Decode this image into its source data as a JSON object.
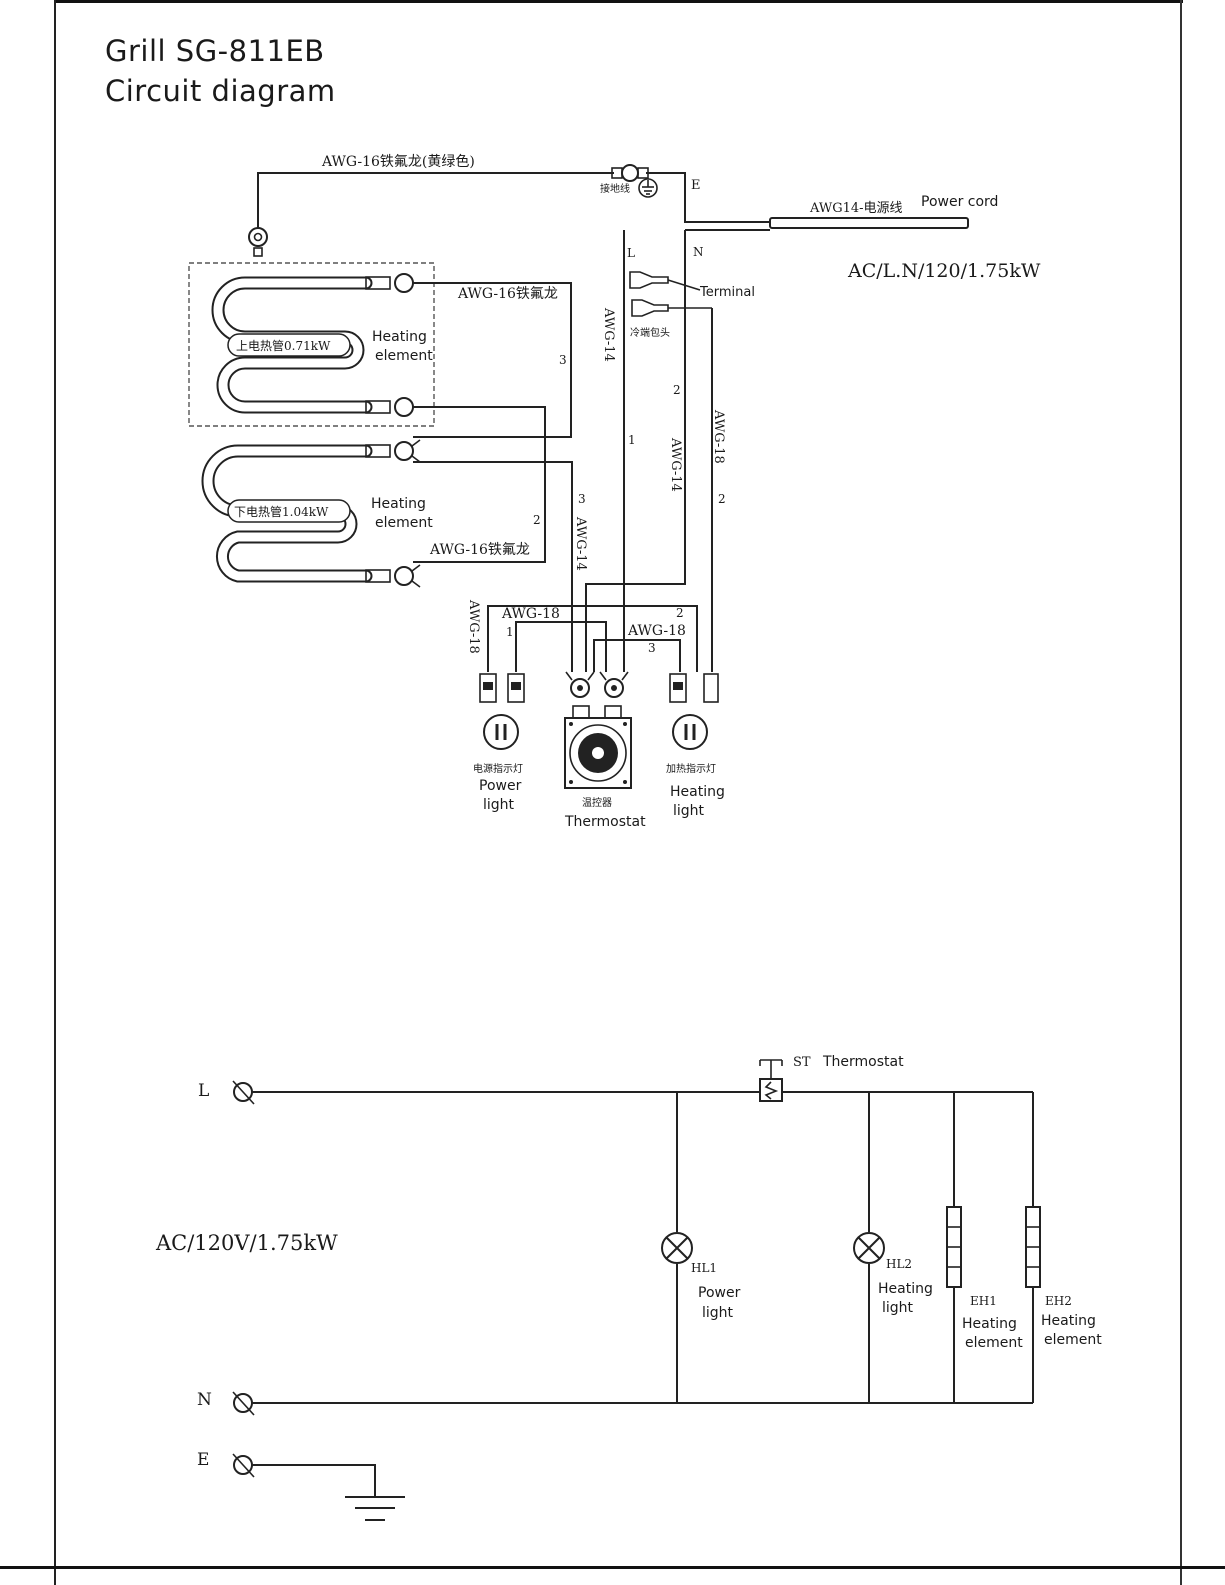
{
  "title": {
    "line1": "Grill SG-811EB",
    "line2": "Circuit diagram"
  },
  "wiring": {
    "ground_wire": "AWG-16铁氟龙(黄绿色)",
    "ground_label": "接地线",
    "e": "E",
    "n": "N",
    "l": "L",
    "power_cord_cn": "AWG14-电源线",
    "power_cord": "Power cord",
    "rating": "AC/L.N/120/1.75kW",
    "terminal": "Terminal",
    "terminal_cn": "冷端包头",
    "upper_wire": "AWG-16铁氟龙",
    "upper_element_cn": "上电热管0.71kW",
    "upper_element": [
      "Heating",
      "element"
    ],
    "lower_element_cn": "下电热管1.04kW",
    "lower_element": [
      "Heating",
      "element"
    ],
    "lower_wire": "AWG-16铁氟龙",
    "awg14": "AWG-14",
    "awg18": "AWG-18",
    "n1": "1",
    "n2": "2",
    "n3": "3",
    "power_light_cn": "电源指示灯",
    "power_light": [
      "Power",
      "light"
    ],
    "thermostat_cn": "温控器",
    "thermostat": "Thermostat",
    "heating_light_cn": "加热指示灯",
    "heating_light": [
      "Heating",
      "light"
    ]
  },
  "schematic": {
    "l": "L",
    "n": "N",
    "e": "E",
    "rating": "AC/120V/1.75kW",
    "st": "ST",
    "thermostat": "Thermostat",
    "hl1": "HL1",
    "hl1_label": [
      "Power",
      "light"
    ],
    "hl2": "HL2",
    "hl2_label": [
      "Heating",
      "light"
    ],
    "eh1": "EH1",
    "eh1_label": [
      "Heating",
      "element"
    ],
    "eh2": "EH2",
    "eh2_label": [
      "Heating",
      "element"
    ]
  }
}
